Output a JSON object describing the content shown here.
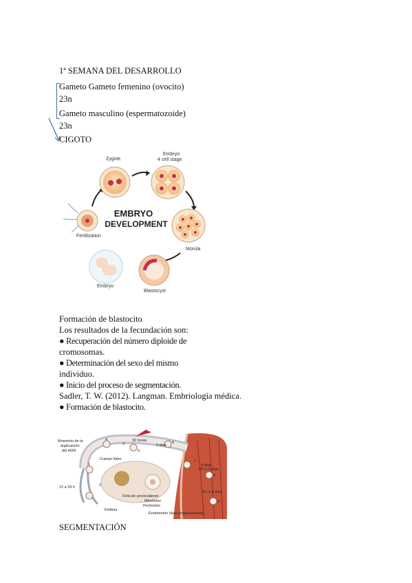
{
  "heading": "1ª SEMANA DEL DESARROLLO",
  "gametes": {
    "female": "Gameto Gameto femenino (ovocito)",
    "female_n": "23n",
    "male": "Gameto masculino (espermatozoide)",
    "male_n": "23n",
    "result": "CIGOTO"
  },
  "embryo_figure": {
    "center_line1": "EMBRYO",
    "center_line2": "DEVELOPMENT",
    "stages": [
      "Zygote",
      "Embryo",
      "4 cell stage",
      "Morula",
      "Blastocyst",
      "Embryo",
      "Fertilization"
    ]
  },
  "body": {
    "line1": "Formación de blastocito",
    "line2": "Los resultados de la fecundación son:",
    "bullet1a": "● Recuperación del número diploide de",
    "bullet1b": "cromosomas.",
    "bullet2a": "● Determinación del sexo del mismo",
    "bullet2b": "individuo.",
    "bullet3": "● Inicio del proceso de segmentación.",
    "citation": "Sadler, T. W. (2012). Langman. Embriología médica.",
    "bullet4": "● Formación de blastocito."
  },
  "ovary_figure": {
    "labels": {
      "dup1": "Momento de la",
      "dup2": "duplicación",
      "dup3": "del ADN",
      "h30": "30 horas",
      "d3": "3 días",
      "d4": "4 días",
      "d45": "4½ a 5 días",
      "d56": "5½ a 6 días",
      "cuerpo": "Cuerpo lúteo",
      "h1224": "12 a 24 h",
      "foliculo": "Folículo preovulatorio",
      "miometrio": "Miometrio",
      "perimetrio": "Perimetrio",
      "endometrio": "Endometrio (fase progestacional)",
      "fimbria": "Fimbria",
      "n1": "1",
      "n2": "2",
      "n3": "3",
      "n4": "4",
      "n5": "5",
      "n6": "6",
      "n7": "7",
      "n8": "8",
      "n9": "9"
    }
  },
  "footer_heading": "SEGMENTACIÓN"
}
